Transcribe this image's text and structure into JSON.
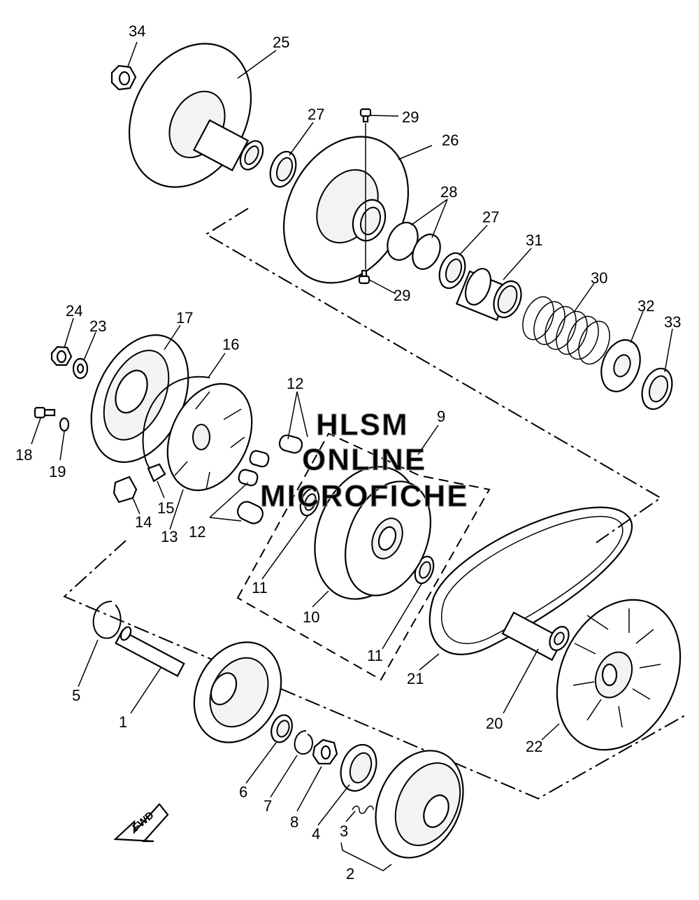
{
  "watermark": {
    "line1": "HLSM",
    "line2": "ONLINE",
    "line3": "MICROFICHE"
  },
  "direction_arrow": {
    "label": "FWD"
  },
  "callouts": {
    "c1": "1",
    "c2": "2",
    "c3": "3",
    "c4": "4",
    "c5": "5",
    "c6": "6",
    "c7": "7",
    "c8": "8",
    "c9": "9",
    "c10": "10",
    "c11a": "11",
    "c11b": "11",
    "c12a": "12",
    "c12b": "12",
    "c13": "13",
    "c14": "14",
    "c15": "15",
    "c16": "16",
    "c17": "17",
    "c18": "18",
    "c19": "19",
    "c20": "20",
    "c21": "21",
    "c22": "22",
    "c23": "23",
    "c24": "24",
    "c25": "25",
    "c26": "26",
    "c27a": "27",
    "c27b": "27",
    "c28": "28",
    "c29a": "29",
    "c29b": "29",
    "c30": "30",
    "c31": "31",
    "c32": "32",
    "c33": "33",
    "c34": "34"
  }
}
